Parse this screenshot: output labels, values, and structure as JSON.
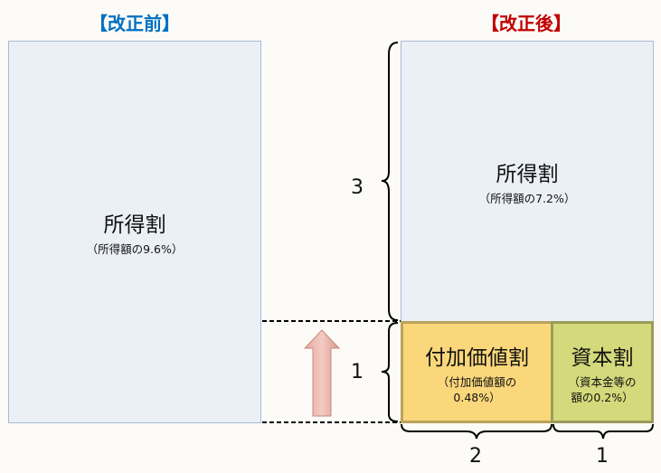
{
  "before": {
    "title": "【改正前】",
    "title_color": "#0070c0",
    "label": "所得割",
    "sub": "（所得額の9.6%）"
  },
  "after": {
    "title": "【改正後】",
    "title_color": "#c00000",
    "income": {
      "label": "所得割",
      "sub": "（所得額の7.2%）"
    },
    "value_added": {
      "label": "付加価値割",
      "sub1": "（付加価値額の",
      "sub2": "0.48%）",
      "color": "#fad77a"
    },
    "capital": {
      "label": "資本割",
      "sub1": "（資本金等の",
      "sub2": "額の0.2%）",
      "color": "#d4d97b"
    }
  },
  "ratios": {
    "income": "3",
    "bottom": "1",
    "value_added": "2",
    "capital": "1"
  }
}
